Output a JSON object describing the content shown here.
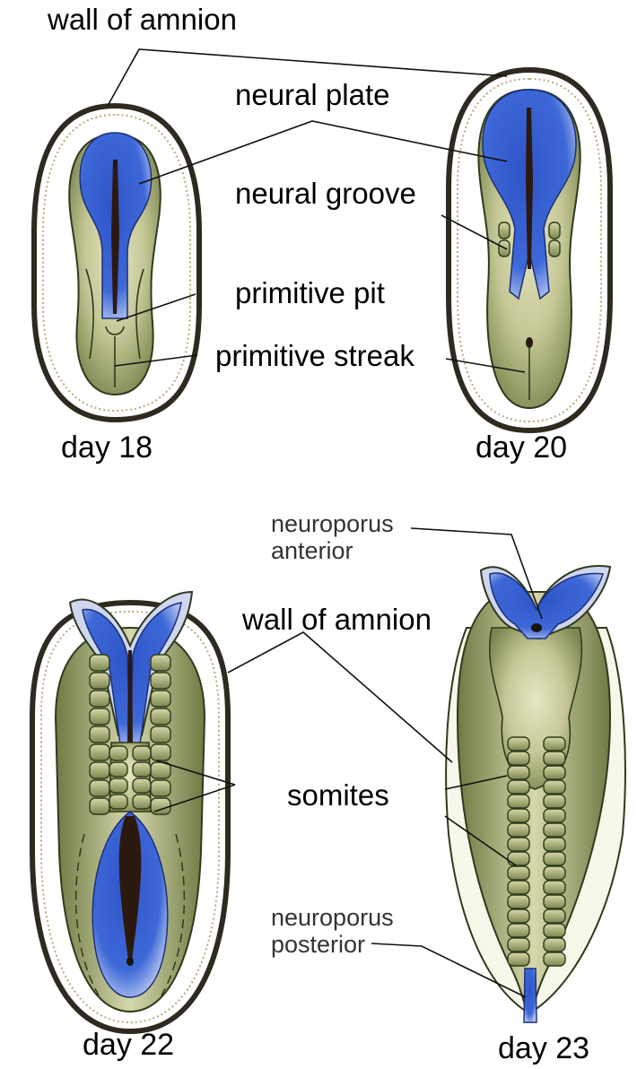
{
  "labels": {
    "wall_of_amnion_top": "wall of amnion",
    "neural_plate": "neural plate",
    "neural_groove": "neural groove",
    "primitive_pit": "primitive pit",
    "primitive_streak": "primitive streak",
    "neuroporus_anterior_1": "neuroporus",
    "neuroporus_anterior_2": "anterior",
    "wall_of_amnion_bottom": "wall of amnion",
    "somites": "somites",
    "neuroporus_posterior_1": "neuroporus",
    "neuroporus_posterior_2": "posterior"
  },
  "stages": {
    "day18": "day 18",
    "day20": "day 20",
    "day22": "day 22",
    "day23": "day 23"
  },
  "colors": {
    "neural_tissue": "#2f5fd0",
    "ectoderm": "#c8cc9a",
    "mesoderm_dark": "#6f7a45",
    "amnion_border": "#2e2a20"
  }
}
